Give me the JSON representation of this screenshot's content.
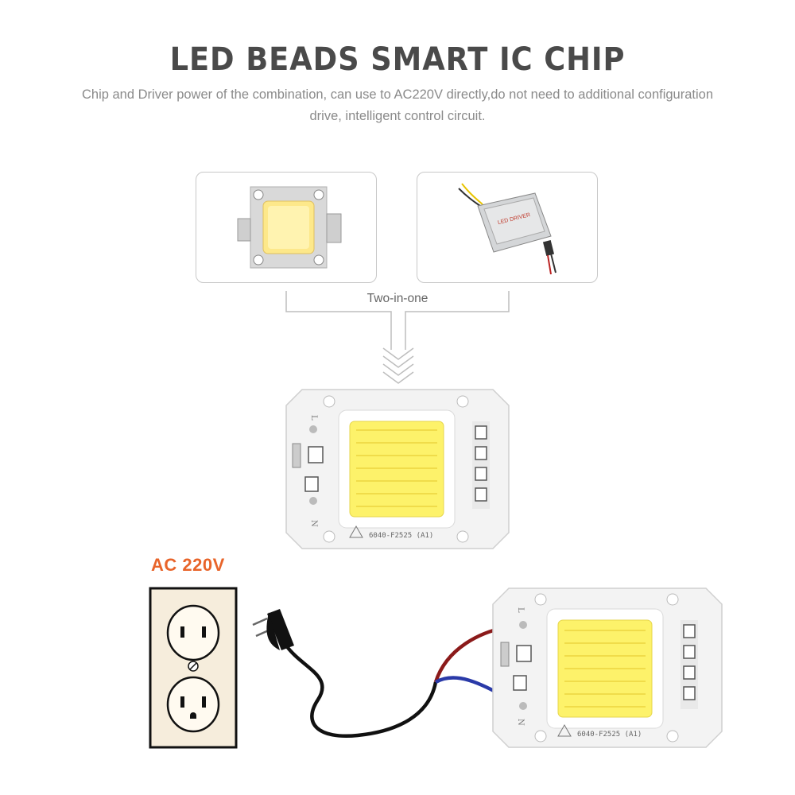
{
  "header": {
    "title": "LED BEADS SMART IC CHIP",
    "subtitle": "Chip and Driver power of the combination, can use to AC220V directly,do not need to additional configuration drive, intelligent control circuit."
  },
  "diagram": {
    "combine_label": "Two-in-one",
    "driver_label": "LED DRIVER",
    "chip_marking": "6040-F2525 (A1)",
    "pin_l": "L",
    "pin_n": "N",
    "ac_label": "AC 220V"
  },
  "colors": {
    "accent_orange": "#e8642a",
    "led_yellow": "#fdf26a",
    "wire_red": "#8b1a1a",
    "wire_blue": "#2a3aa8",
    "cord_black": "#111111"
  }
}
